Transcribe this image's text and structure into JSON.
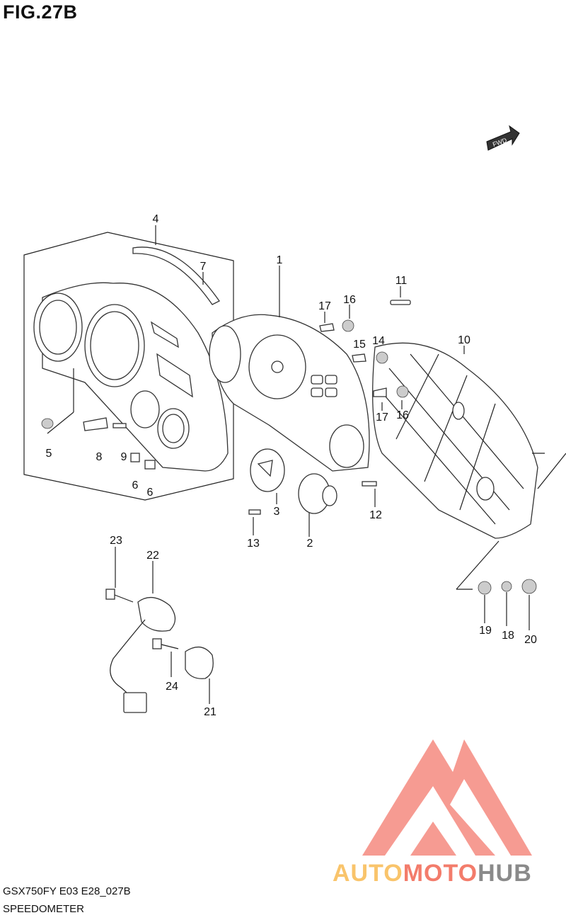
{
  "title": "FIG.27B",
  "fwd_label": "FWD",
  "footer": {
    "code": "GSX750FY E03 E28_027B",
    "name": "SPEEDOMETER"
  },
  "watermark": {
    "part1": "AUTO",
    "part2": "MOTO",
    "part3": "HUB",
    "colors": {
      "auto": "#f9c46b",
      "moto": "#f37c6b",
      "hub": "#8a8a8a",
      "logo": "#f58a80"
    }
  },
  "callouts": {
    "c1": "1",
    "c2": "2",
    "c3": "3",
    "c4": "4",
    "c5": "5",
    "c6a": "6",
    "c6b": "6",
    "c7": "7",
    "c8": "8",
    "c9": "9",
    "c10": "10",
    "c11": "11",
    "c12": "12",
    "c13": "13",
    "c14": "14",
    "c15": "15",
    "c16a": "16",
    "c16b": "16",
    "c17a": "17",
    "c17b": "17",
    "c18": "18",
    "c19": "19",
    "c20": "20",
    "c21": "21",
    "c22": "22",
    "c23": "23",
    "c24": "24"
  }
}
